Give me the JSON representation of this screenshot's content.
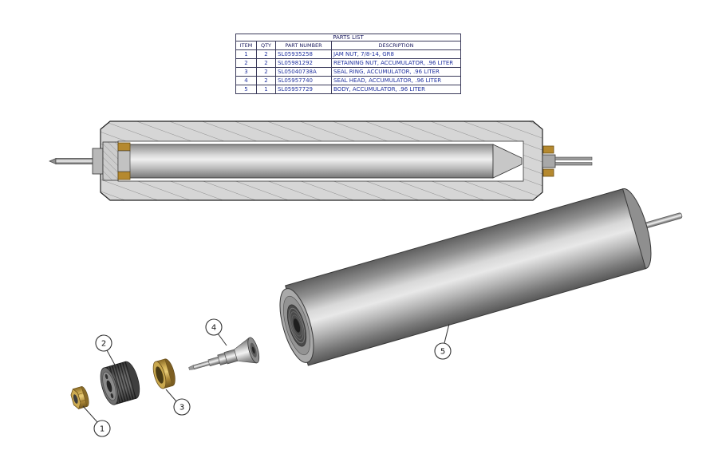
{
  "parts_list": {
    "title": "PARTS LIST",
    "columns": [
      "ITEM",
      "QTY",
      "PART NUMBER",
      "DESCRIPTION"
    ],
    "rows": [
      {
        "item": "1",
        "qty": "2",
        "part_number": "SL05935258",
        "description": "JAM NUT, 7/8-14, GR8"
      },
      {
        "item": "2",
        "qty": "2",
        "part_number": "SL05981292",
        "description": "RETAINING NUT, ACCUMULATOR, .96 LITER"
      },
      {
        "item": "3",
        "qty": "2",
        "part_number": "SL05040738A",
        "description": "SEAL RING, ACCUMULATOR, .96 LITER"
      },
      {
        "item": "4",
        "qty": "2",
        "part_number": "SL05957740",
        "description": "SEAL HEAD, ACCUMULATOR, .96 LITER"
      },
      {
        "item": "5",
        "qty": "1",
        "part_number": "SL05957729",
        "description": "BODY, ACCUMULATOR, .96 LITER"
      }
    ]
  },
  "balloons": [
    {
      "label": "1"
    },
    {
      "label": "2"
    },
    {
      "label": "3"
    },
    {
      "label": "4"
    },
    {
      "label": "5"
    }
  ],
  "colors": {
    "table_text": "#2233a0",
    "brass": "#b5892f",
    "steel": "#9a9a9a",
    "line": "#333333"
  }
}
